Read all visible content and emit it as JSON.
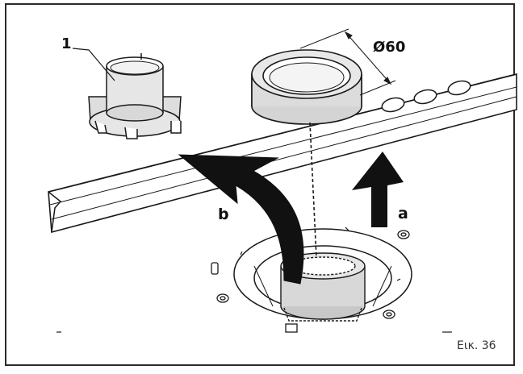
{
  "labels": {
    "part_number": "1",
    "diameter": "Ø60",
    "step_b": "b",
    "step_a": "a"
  },
  "figure_number": "Εικ. 36",
  "colors": {
    "outline": "#1a1a1a",
    "arrow_fill": "#111111",
    "part_fill": "#e6e6e6",
    "shade": "#c8c8c8"
  }
}
